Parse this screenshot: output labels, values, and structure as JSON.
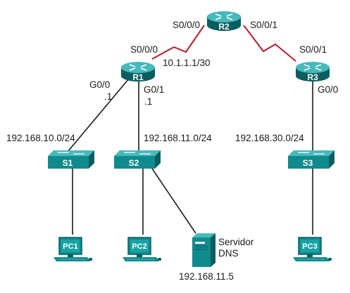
{
  "devices": {
    "r1": "R1",
    "r2": "R2",
    "r3": "R3",
    "s1": "S1",
    "s2": "S2",
    "s3": "S3",
    "pc1": "PC1",
    "pc2": "PC2",
    "pc3": "PC3",
    "dns_line1": "Servidor",
    "dns_line2": "DNS"
  },
  "interfaces": {
    "r2_s000": "S0/0/0",
    "r2_s001": "S0/0/1",
    "r1_s000": "S0/0/0",
    "r1_serial_ip": "10.1.1.1/30",
    "r3_s001": "S0/0/1",
    "r1_g00": "G0/0",
    "r1_g00_ip": ".1",
    "r1_g01": "G0/1",
    "r1_g01_ip": ".1",
    "r3_g00": "G0/0"
  },
  "networks": {
    "lan1": "192.168.10.0/24",
    "lan2": "192.168.11.0/24",
    "lan3": "192.168.30.0/24",
    "dns_ip": "192.168.11.5"
  },
  "colors": {
    "device_teal": "#0f8b8d",
    "device_dark": "#0a5e60",
    "device_light": "#47b9bb",
    "serial_link": "#b51f2e",
    "ethernet_link": "#1a1a1a"
  }
}
